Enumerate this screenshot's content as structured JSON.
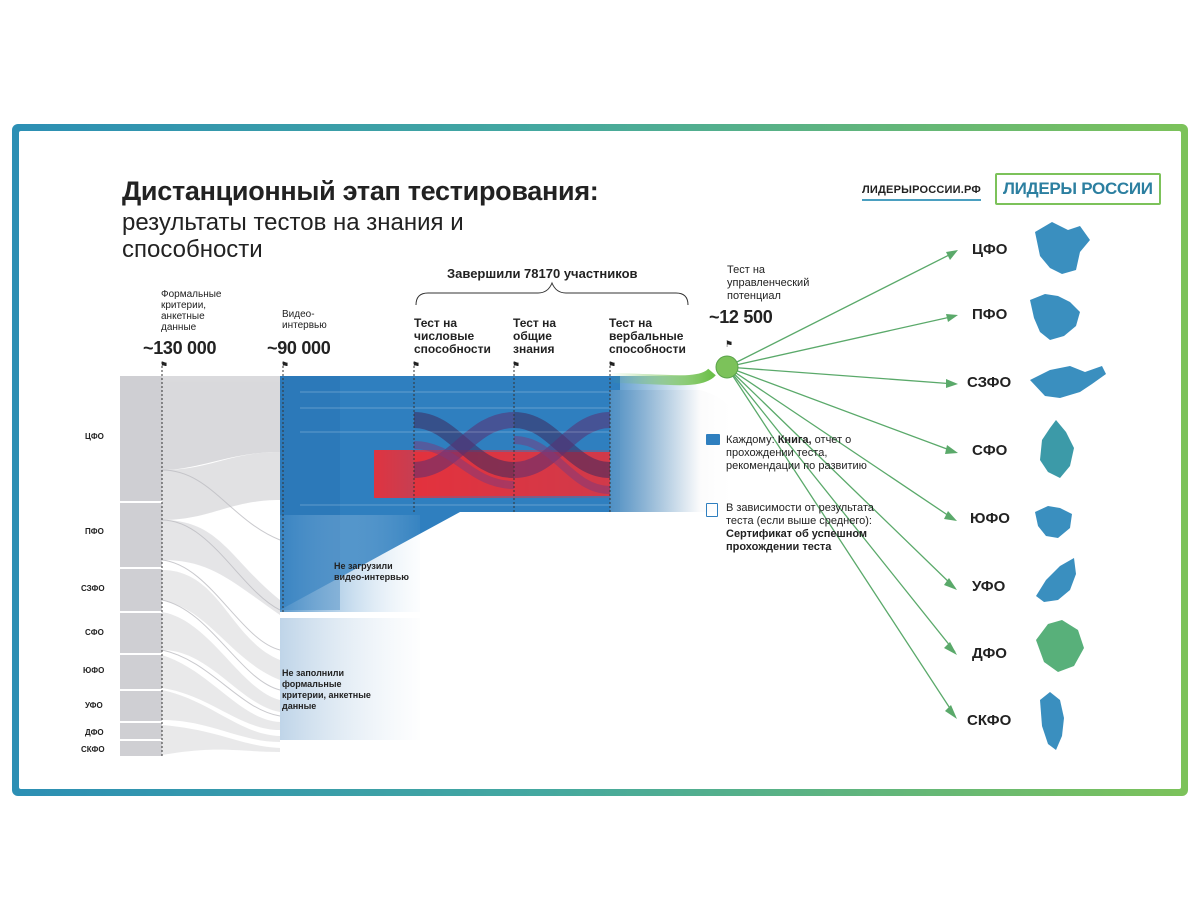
{
  "title_line1": "Дистанционный этап тестирования:",
  "title_line2": "результаты тестов на знания и способности",
  "site": "ЛИДЕРЫРОССИИ.РФ",
  "logo": "ЛИДЕРЫ РОССИИ",
  "brace_label": "Завершили 78170 участников",
  "stages": {
    "formal": {
      "label": "Формальные критерии, анкетные данные",
      "count": "~130 000"
    },
    "video": {
      "label": "Видео-интервью",
      "count": "~90 000"
    },
    "numeric": {
      "label": "Тест на числовые способности"
    },
    "general": {
      "label": "Тест на общие знания"
    },
    "verbal": {
      "label": "Тест на вербальные способности"
    },
    "management": {
      "label": "Тест на управленческий потенциал",
      "count": "~12 500"
    }
  },
  "dropouts": {
    "video": "Не загрузили видео-интервью",
    "formal": "Не заполнили формальные критерии, анкетные данные"
  },
  "notes": [
    {
      "icon": "book-icon",
      "prefix": "Каждому: ",
      "bold": "Книга,",
      "text": " отчет о прохождении теста, рекомендации по развитию"
    },
    {
      "icon": "certificate-icon",
      "prefix": "В зависимости от результата теста (если выше среднего): ",
      "bold": "Сертификат об успешном прохождении теста",
      "text": ""
    }
  ],
  "left_regions": [
    "ЦФО",
    "ПФО",
    "СЗФО",
    "СФО",
    "ЮФО",
    "УФО",
    "ДФО",
    "СКФО"
  ],
  "right_regions": [
    "ЦФО",
    "ПФО",
    "СЗФО",
    "СФО",
    "ЮФО",
    "УФО",
    "ДФО",
    "СКФО"
  ],
  "colors": {
    "blue": "#2f7fbf",
    "red": "#e8303a",
    "green": "#6cbf4a",
    "grey": "#cfcfd3",
    "map_blue": "#3a8fbf",
    "map_green": "#58b07a"
  },
  "icons": {
    "flag": "⚑"
  }
}
